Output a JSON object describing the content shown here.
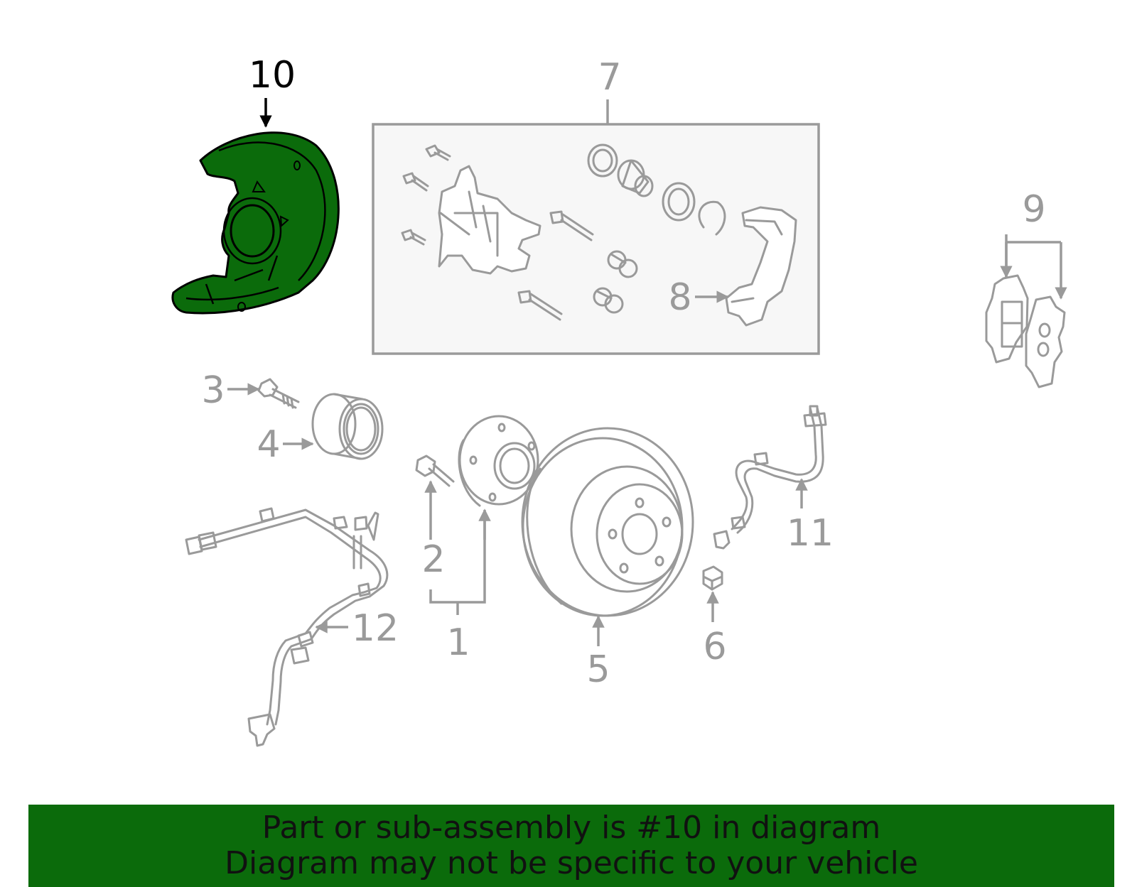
{
  "diagram": {
    "highlighted_part": "10",
    "highlight_color": "#0b6b0b",
    "line_color": "#9a9a9a",
    "labels": {
      "p1": "1",
      "p2": "2",
      "p3": "3",
      "p4": "4",
      "p5": "5",
      "p6": "6",
      "p7": "7",
      "p8": "8",
      "p9": "9",
      "p10": "10",
      "p11": "11",
      "p12": "12"
    }
  },
  "banner": {
    "line1": "Part or sub-assembly is #10 in diagram",
    "line2": "Diagram may not be specific to your vehicle",
    "background": "#0b6b0b"
  }
}
